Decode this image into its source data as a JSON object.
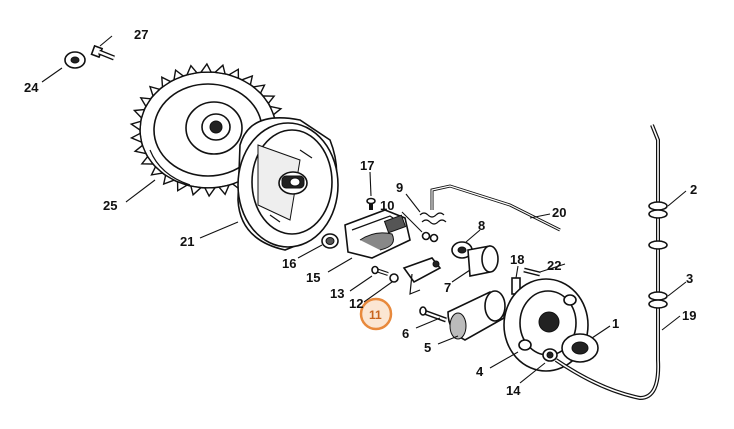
{
  "diagram": {
    "highlight": {
      "label": "11",
      "color": "#e8893c",
      "fill": "#fbe6d3"
    },
    "callouts": [
      "1",
      "2",
      "3",
      "4",
      "5",
      "6",
      "7",
      "8",
      "9",
      "10",
      "11",
      "12",
      "13",
      "14",
      "15",
      "16",
      "17",
      "18",
      "19",
      "20",
      "21",
      "22",
      "24",
      "25",
      "27"
    ]
  }
}
